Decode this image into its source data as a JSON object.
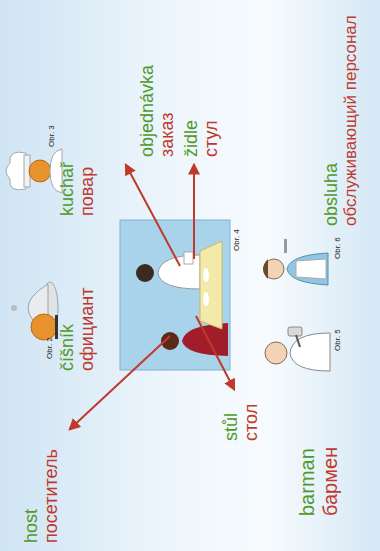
{
  "diagram": {
    "labels": [
      "číšník",
      "официант",
      "Obr. 2",
      "kuchař",
      "повар",
      "Obr. 3",
      "Obr. 4",
      "objednávka",
      "заказ",
      "židle",
      "стул",
      "host",
      "посетитель",
      "stůl",
      "стол",
      "barman",
      "бармен",
      "Obr. 5",
      "obsluha",
      "обслуживающий персонал",
      "Obr. 6"
    ]
  }
}
